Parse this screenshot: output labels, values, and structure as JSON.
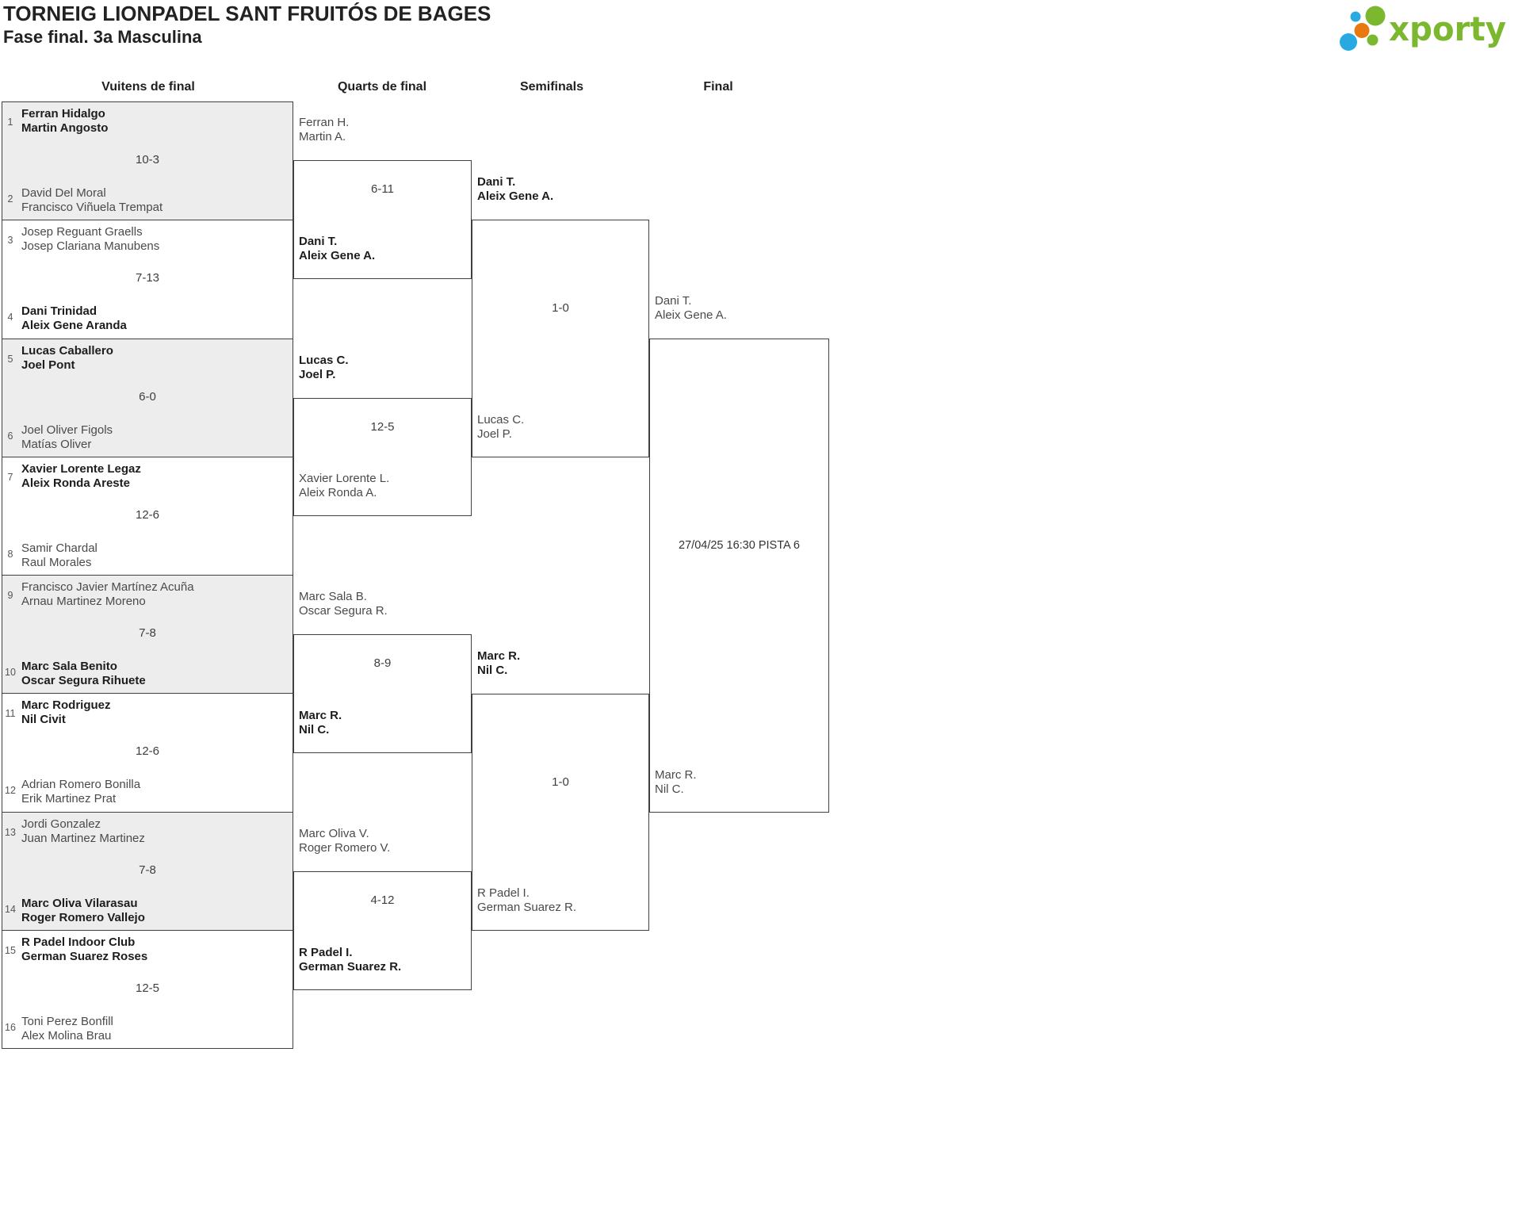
{
  "header": {
    "title": "TORNEIG LIONPADEL SANT FRUITÓS DE BAGES",
    "subtitle": "Fase final. 3a Masculina",
    "logo_text": "xporty"
  },
  "colors": {
    "logo_green": "#7CB82F",
    "logo_blue": "#29A9E1",
    "logo_orange": "#E87810",
    "row_alt_bg": "#ededed",
    "border": "#3f3f3f"
  },
  "round_headers": [
    "Vuitens de final",
    "Quarts de final",
    "Semifinals",
    "Final"
  ],
  "r16": [
    {
      "seedA": "1",
      "teamA1": "Ferran Hidalgo",
      "teamA2": "Martin Angosto",
      "score": "10-3",
      "seedB": "2",
      "teamB1": "David Del Moral",
      "teamB2": "Francisco Viñuela Trempat"
    },
    {
      "seedA": "3",
      "teamA1": "Josep Reguant Graells",
      "teamA2": "Josep Clariana Manubens",
      "score": "7-13",
      "seedB": "4",
      "teamB1": "Dani Trinidad",
      "teamB2": "Aleix Gene Aranda"
    },
    {
      "seedA": "5",
      "teamA1": "Lucas Caballero",
      "teamA2": "Joel Pont",
      "score": "6-0",
      "seedB": "6",
      "teamB1": "Joel Oliver Figols",
      "teamB2": "Matías Oliver"
    },
    {
      "seedA": "7",
      "teamA1": "Xavier Lorente Legaz",
      "teamA2": "Aleix Ronda Areste",
      "score": "12-6",
      "seedB": "8",
      "teamB1": "Samir Chardal",
      "teamB2": "Raul Morales"
    },
    {
      "seedA": "9",
      "teamA1": "Francisco Javier Martínez Acuña",
      "teamA2": "Arnau Martinez Moreno",
      "score": "7-8",
      "seedB": "10",
      "teamB1": "Marc Sala Benito",
      "teamB2": "Oscar Segura Rihuete"
    },
    {
      "seedA": "11",
      "teamA1": "Marc Rodriguez",
      "teamA2": "Nil Civit",
      "score": "12-6",
      "seedB": "12",
      "teamB1": "Adrian Romero Bonilla",
      "teamB2": "Erik Martinez Prat"
    },
    {
      "seedA": "13",
      "teamA1": "Jordi Gonzalez",
      "teamA2": "Juan Martinez Martinez",
      "score": "7-8",
      "seedB": "14",
      "teamB1": "Marc Oliva Vilarasau",
      "teamB2": "Roger Romero Vallejo"
    },
    {
      "seedA": "15",
      "teamA1": "R Padel Indoor Club",
      "teamA2": "German Suarez Roses",
      "score": "12-5",
      "seedB": "16",
      "teamB1": "Toni Perez Bonfill",
      "teamB2": "Alex Molina Brau"
    }
  ],
  "qf": [
    {
      "teamA1": "Ferran H.",
      "teamA2": "Martin A.",
      "score": "6-11",
      "teamB1": "Dani T.",
      "teamB2": "Aleix Gene A."
    },
    {
      "teamA1": "Lucas C.",
      "teamA2": "Joel P.",
      "score": "12-5",
      "teamB1": "Xavier Lorente L.",
      "teamB2": "Aleix Ronda A."
    },
    {
      "teamA1": "Marc Sala B.",
      "teamA2": "Oscar Segura R.",
      "score": "8-9",
      "teamB1": "Marc R.",
      "teamB2": "Nil C."
    },
    {
      "teamA1": "Marc Oliva V.",
      "teamA2": "Roger Romero V.",
      "score": "4-12",
      "teamB1": "R Padel I.",
      "teamB2": "German Suarez R."
    }
  ],
  "sf": [
    {
      "teamA1": "Dani T.",
      "teamA2": "Aleix Gene A.",
      "score": "1-0",
      "teamB1": "Lucas C.",
      "teamB2": "Joel P."
    },
    {
      "teamA1": "Marc R.",
      "teamA2": "Nil C.",
      "score": "1-0",
      "teamB1": "R Padel I.",
      "teamB2": "German Suarez R."
    }
  ],
  "final": {
    "teamA1": "Dani T.",
    "teamA2": "Aleix Gene A.",
    "schedule": "27/04/25 16:30 PISTA 6",
    "teamB1": "Marc R.",
    "teamB2": "Nil C."
  }
}
